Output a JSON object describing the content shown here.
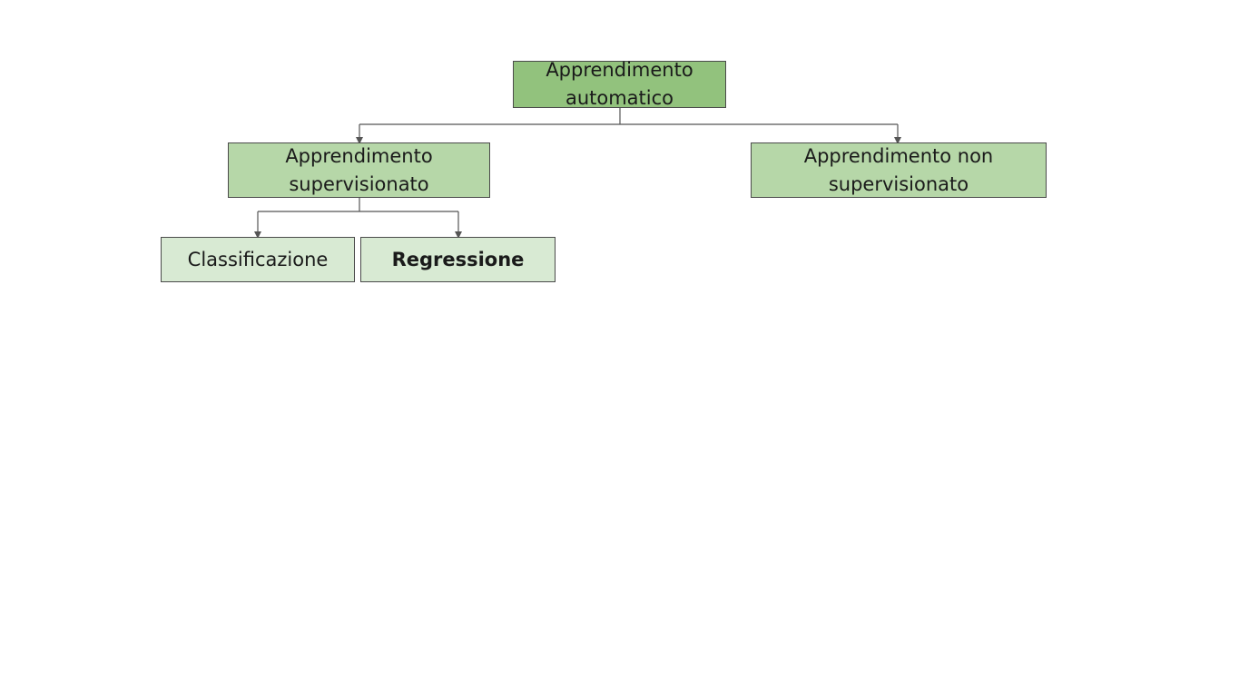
{
  "diagram": {
    "root": {
      "line1": "Apprendimento",
      "line2": "automatico"
    },
    "supervised": {
      "line1": "Apprendimento",
      "line2": "supervisionato"
    },
    "unsupervised": {
      "line1": "Apprendimento non",
      "line2": "supervisionato"
    },
    "classification": {
      "label": "Classificazione"
    },
    "regression": {
      "label": "Regressione"
    }
  },
  "colors": {
    "root_fill": "#92c27d",
    "level1_fill": "#b6d7a8",
    "level2_fill": "#d8ead3",
    "border": "#4a4a4a",
    "connector": "#555555"
  }
}
